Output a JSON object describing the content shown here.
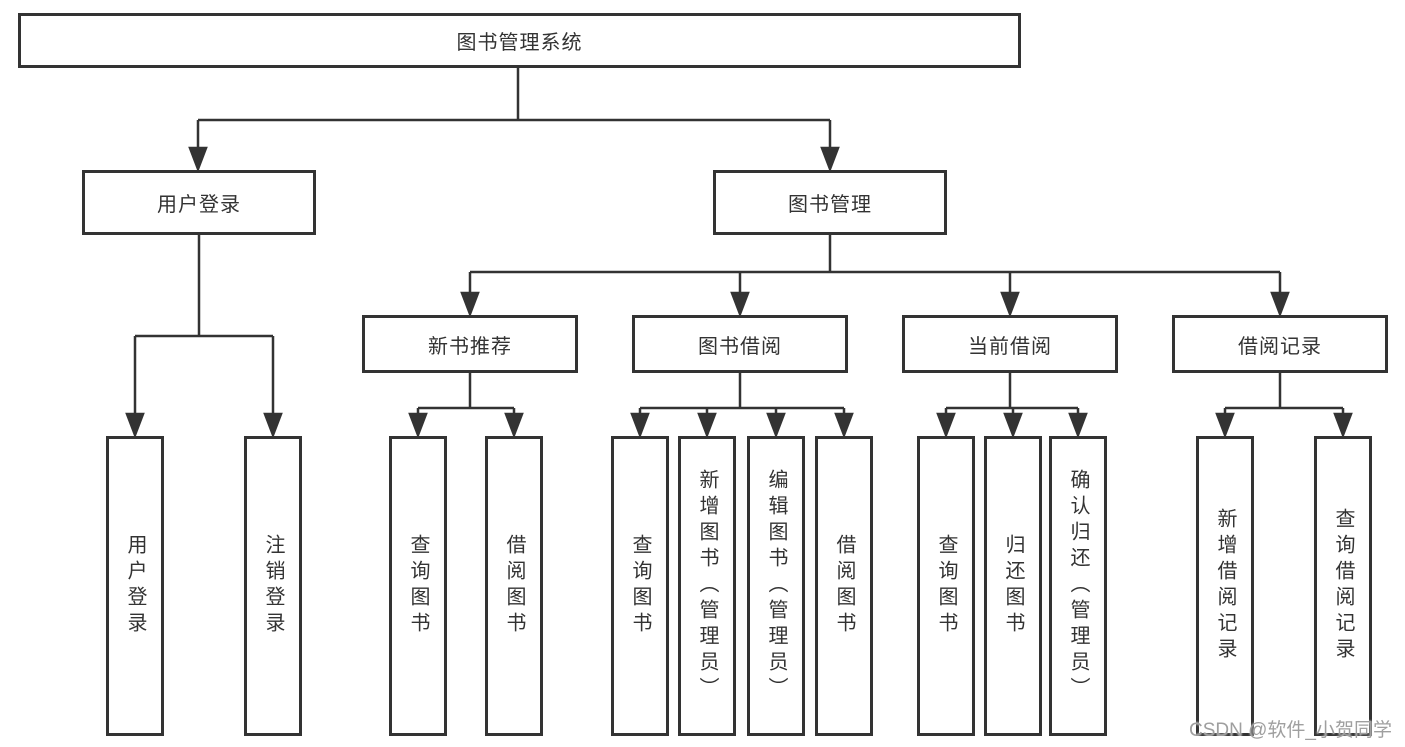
{
  "diagram_title": "图书管理系统",
  "watermark": "CSDN @软件_小贺同学",
  "colors": {
    "line": "#333333",
    "box_border": "#333333",
    "text": "#333333",
    "watermark": "#9f9f9f",
    "background": "#ffffff"
  },
  "tree": {
    "label": "图书管理系统",
    "children": [
      {
        "label": "用户登录",
        "children": [
          {
            "label": "用户登录"
          },
          {
            "label": "注销登录"
          }
        ]
      },
      {
        "label": "图书管理",
        "children": [
          {
            "label": "新书推荐",
            "children": [
              {
                "label": "查询图书"
              },
              {
                "label": "借阅图书"
              }
            ]
          },
          {
            "label": "图书借阅",
            "children": [
              {
                "label": "查询图书"
              },
              {
                "label": "新增图书（管理员）"
              },
              {
                "label": "编辑图书（管理员）"
              },
              {
                "label": "借阅图书"
              }
            ]
          },
          {
            "label": "当前借阅",
            "children": [
              {
                "label": "查询图书"
              },
              {
                "label": "归还图书"
              },
              {
                "label": "确认归还（管理员）"
              }
            ]
          },
          {
            "label": "借阅记录",
            "children": [
              {
                "label": "新增借阅记录"
              },
              {
                "label": "查询借阅记录"
              }
            ]
          }
        ]
      }
    ]
  }
}
